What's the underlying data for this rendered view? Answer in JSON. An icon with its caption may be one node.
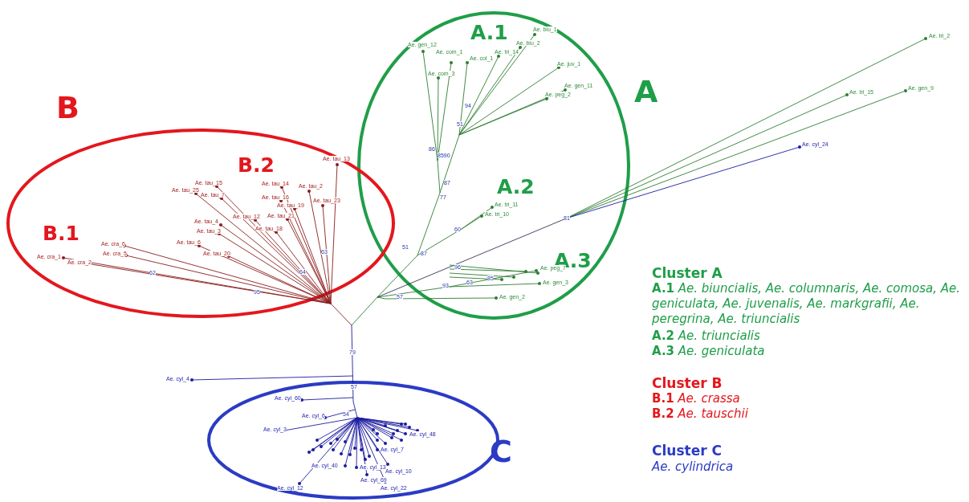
{
  "diagram": {
    "nodes": [
      {
        "text": [
          "A"
        ]
      },
      {
        "text": [
          "B"
        ]
      },
      {
        "text": [
          "C"
        ]
      }
    ],
    "edges": [],
    "labels": [
      "A.1",
      "Ae. biu_1",
      "Ae. gen_12",
      "Ae. com_1",
      "Ae. biu_2",
      "Ae. col_1",
      "Ae. tri_14",
      "Ae. tri_2",
      "Ae. juv_1",
      "Ae. com_3",
      "Ae. gen_11",
      "Ae. tri_15",
      "Ae. gen_9",
      "Ae. peg_2",
      "94",
      "51",
      "Ae. cyl_24",
      "86",
      "8590",
      "Ae. tau_13",
      "B.2",
      "87",
      "A.2",
      "Ae. tau_15",
      "Ae. tau_14",
      "Ae. tau_2",
      "Ae. tau_25",
      "Ae. tau_7",
      "Ae. tau_16",
      "77",
      "Ae. tau_19",
      "Ae. tau_23",
      "Ae. tri_11",
      "Ae. tri_10",
      "Ae. tau_12",
      "Ae. tau_21",
      "Ae. tau_4",
      "81",
      "B.1",
      "Ae. tau_3",
      "Ae. tau_18",
      "60",
      "Ae. cra_6",
      "Ae. tau_6",
      "51",
      "Ae. cra_5",
      "Ae. tau_20",
      "63",
      "87",
      "A.3",
      "Ae. cra_1",
      "Ae. cra_2",
      "96",
      "Ae. peg_7",
      "62",
      "64",
      "93",
      "63",
      "85",
      "Ae. gen_3",
      "95",
      "57",
      "Ae. gen_2",
      "79",
      "Ae. cyl_4",
      "57",
      "Ae. cyl_60",
      "Ae. cyl_6",
      "54",
      "Ae. cyl_3",
      "Ae. cyl_48",
      "Ae. cyl_7",
      "Ae. cyl_40",
      "Ae. cyl_13",
      "Ae. cyl_10",
      "Ae. cyl_69",
      "Ae. cyl_12",
      "Ae. cyl_22",
      "Cluster A",
      "**A.1** *Ae. biuncialis, Ae. columnaris, Ae. comosa, Ae. geniculata, Ae. juvenalis, Ae. markgrafii, Ae. peregrina, Ae. triuncialis*",
      "**A.2** *Ae. triuncialis*",
      "**A.3** *Ae. geniculata*",
      "Cluster B",
      "**B.1** *Ae. crassa*",
      "**B.2** *Ae. tauschii*",
      "Cluster C",
      "Ae. cylindrica"
    ]
  }
}
